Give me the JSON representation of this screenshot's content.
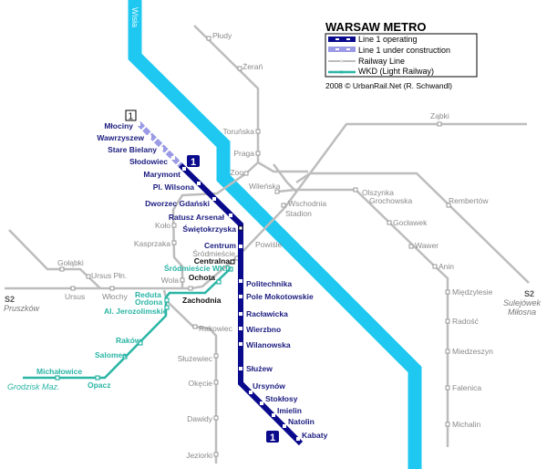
{
  "title": "WARSAW METRO",
  "legend": {
    "items": [
      "Line 1 operating",
      "Line 1 under construction",
      "Railway Line",
      "WKD (Light Railway)"
    ],
    "copyright": "2008 © UrbanRail.Net (R. Schwandl)"
  },
  "colors": {
    "metro": "#0a0a8c",
    "construction": "#9a9ae6",
    "river": "#1ec8f0",
    "rail": "#bdbdbd",
    "wkd": "#2ab5a5"
  },
  "river": "Wisła",
  "line_badge": "1",
  "metro": {
    "construction": [
      "Młociny",
      "Wawrzyszew",
      "Stare Bielany",
      "Słodowiec"
    ],
    "stations": [
      "Marymont",
      "Pl. Wilsona",
      "Dworzec Gdański",
      "Ratusz Arsenał",
      "Świętokrzyska",
      "Centrum",
      "Politechnika",
      "Pole Mokotowskie",
      "Racławicka",
      "Wierzbno",
      "Wilanowska",
      "Służew",
      "Ursynów",
      "Stokłosy",
      "Imielin",
      "Natolin",
      "Kabaty"
    ]
  },
  "rail": [
    "Płudy",
    "Żerań",
    "Toruńska",
    "Praga",
    "Zoo",
    "Wileńska",
    "Wschodnia",
    "Stadion",
    "Ząbki",
    "Olszynka",
    "Grochowska",
    "Rembertów",
    "Gocławek",
    "Wawer",
    "Anin",
    "Międzylesie",
    "Radość",
    "Miedzeszyn",
    "Falenica",
    "Michalin",
    "Koło",
    "Kasprzaka",
    "Powiśle",
    "Śródmieście",
    "Centralna",
    "Ochota",
    "Zachodnia",
    "Wola",
    "Gołąbki",
    "Ursus Płn.",
    "Ursus",
    "Włochy",
    "Rakowiec",
    "Służewiec",
    "Okęcie",
    "Dawidy",
    "Jeziorki"
  ],
  "wkd": [
    "Śródmieście WKD",
    "Reduta",
    "Ordona",
    "Al. Jerozolimskie",
    "Raków",
    "Salomea",
    "Michałowice",
    "Opacz"
  ],
  "destinations": {
    "s2": "S2",
    "west": "Pruszków",
    "east1": "Sulejówek",
    "east2": "Miłosna",
    "wkd_end": "Grodzisk Maz."
  }
}
